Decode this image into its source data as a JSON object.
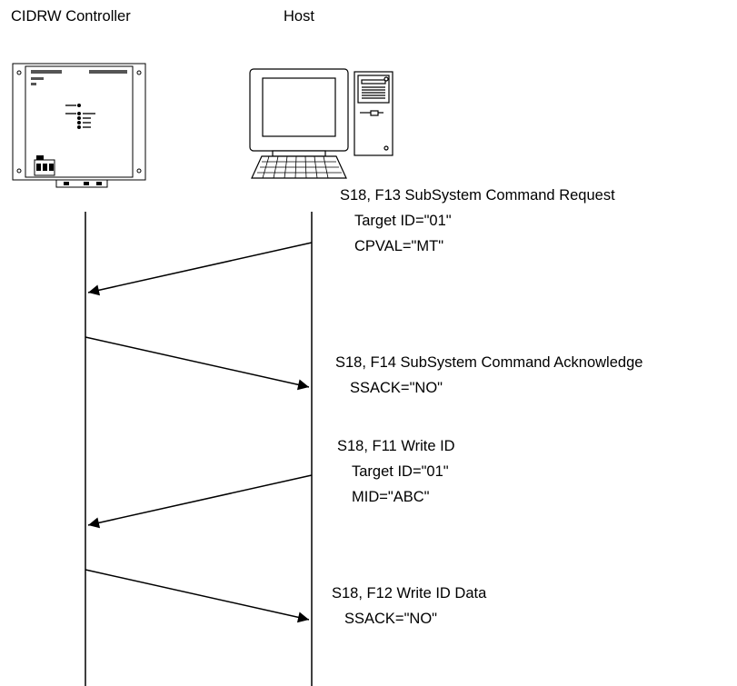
{
  "participants": {
    "controller_label": "CIDRW Controller",
    "host_label": "Host"
  },
  "messages": [
    {
      "direction": "host-to-controller",
      "lines": [
        "S18, F13 SubSystem Command Request",
        "Target ID=\"01\"",
        "CPVAL=\"MT\""
      ]
    },
    {
      "direction": "controller-to-host",
      "lines": [
        "S18, F14 SubSystem Command Acknowledge",
        "SSACK=\"NO\""
      ]
    },
    {
      "direction": "host-to-controller",
      "lines": [
        "S18, F11 Write ID",
        "Target ID=\"01\"",
        "MID=\"ABC\""
      ]
    },
    {
      "direction": "controller-to-host",
      "lines": [
        "S18, F12 Write ID Data",
        "SSACK=\"NO\""
      ]
    }
  ],
  "icons": {
    "controller": "cidrw-controller-device-icon",
    "host": "host-computer-icon"
  }
}
